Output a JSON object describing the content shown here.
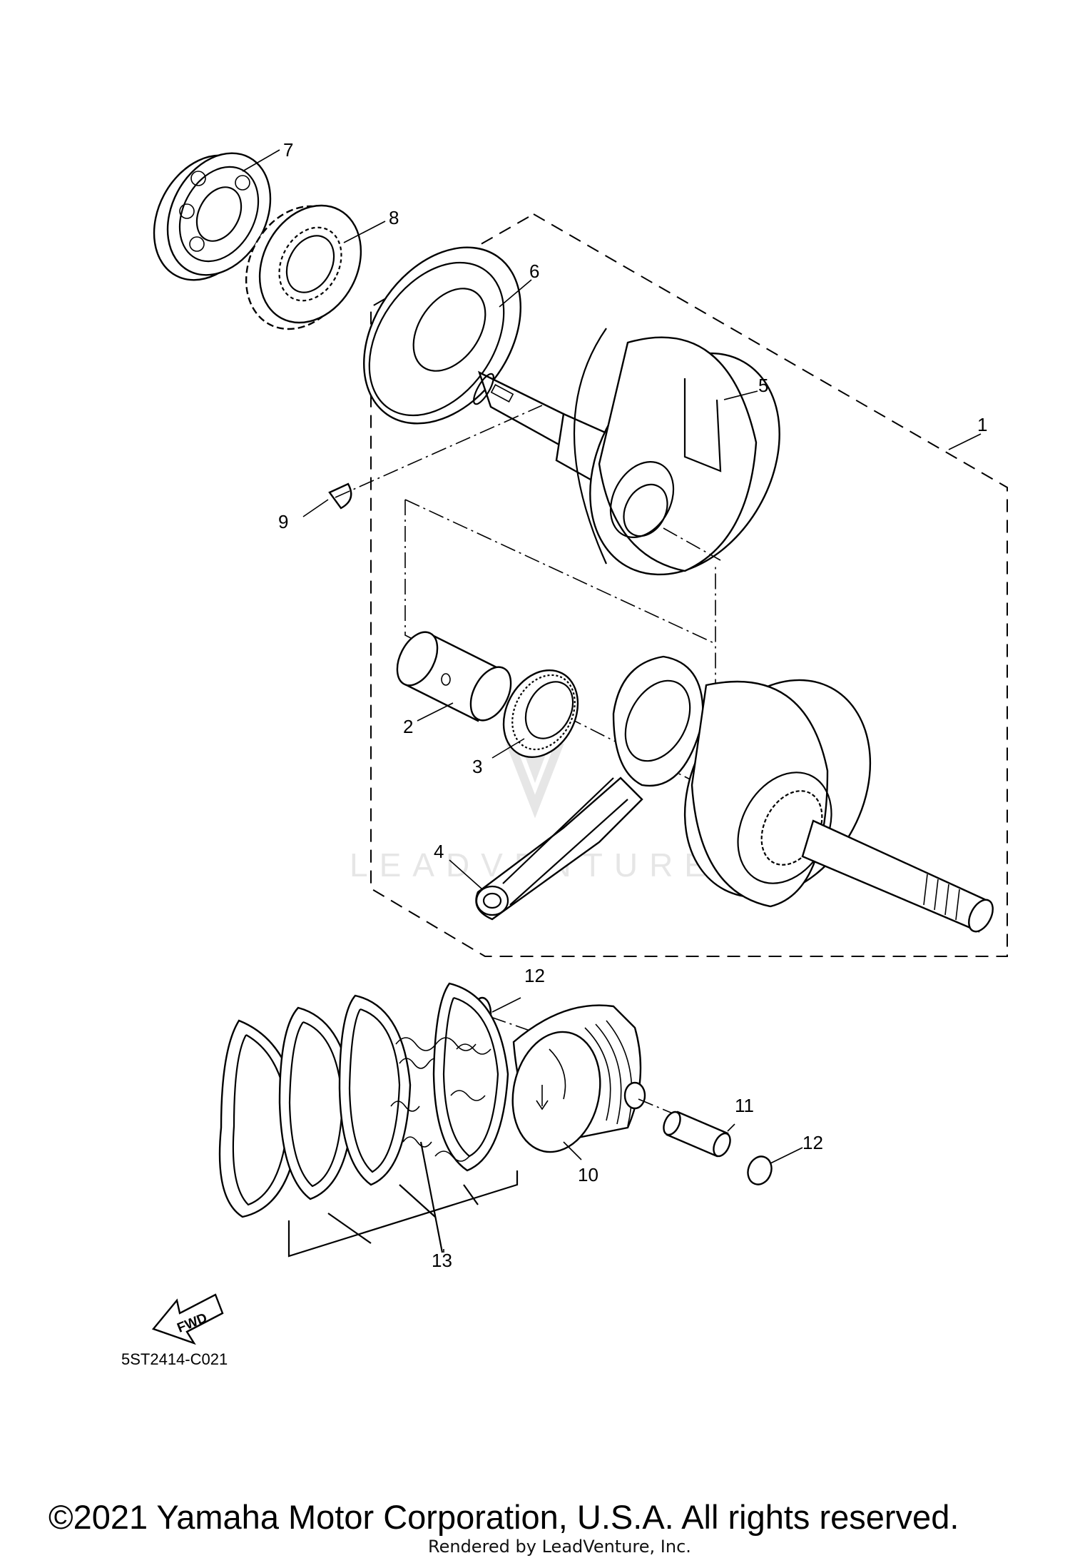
{
  "diagram": {
    "callouts": [
      {
        "id": "1",
        "label": "1"
      },
      {
        "id": "2",
        "label": "2"
      },
      {
        "id": "3",
        "label": "3"
      },
      {
        "id": "4",
        "label": "4"
      },
      {
        "id": "5",
        "label": "5"
      },
      {
        "id": "6",
        "label": "6"
      },
      {
        "id": "7",
        "label": "7"
      },
      {
        "id": "8",
        "label": "8"
      },
      {
        "id": "9",
        "label": "9"
      },
      {
        "id": "10",
        "label": "10"
      },
      {
        "id": "11",
        "label": "11"
      },
      {
        "id": "12a",
        "label": "12"
      },
      {
        "id": "12b",
        "label": "12"
      },
      {
        "id": "13",
        "label": "13"
      }
    ],
    "fwd_label": "FWD",
    "diagram_code": "5ST2414-C021",
    "watermark": "LEADVENTURE"
  },
  "footer": {
    "copyright": "©2021 Yamaha Motor Corporation, U.S.A. All rights reserved.",
    "rendered_by": "Rendered by LeadVenture, Inc."
  }
}
